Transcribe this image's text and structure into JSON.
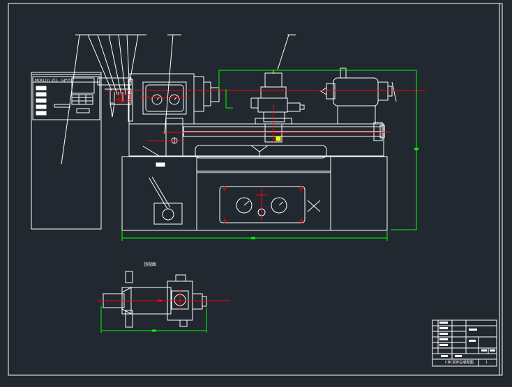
{
  "colors": {
    "background": "#212830",
    "line": "#ffffff",
    "dimension": "#00ff00",
    "centerline": "#ff0000",
    "annotation": "#ffff00"
  },
  "panel": {
    "labels": [
      "MDK(22)",
      "ZCL",
      "GJF(5)"
    ]
  },
  "drawing": {
    "detail_title": "顶视图",
    "title_block": {
      "drawing_title": "CNC机床总装配图",
      "sheet": "1"
    }
  }
}
